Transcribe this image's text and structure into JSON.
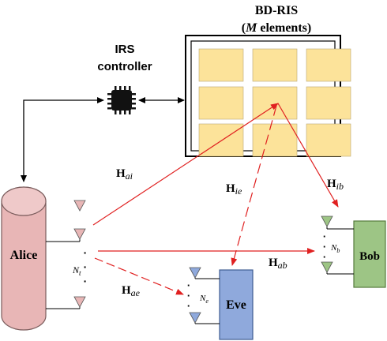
{
  "ris": {
    "title": "BD-RIS",
    "subtitle_symbol": "M",
    "subtitle_text": " elements)",
    "subtitle_open": "(",
    "panel_color": "#fce39a",
    "frame_color": "#ffffff"
  },
  "controller": {
    "line1": "IRS",
    "line2": "controller",
    "icon": "chip-icon"
  },
  "nodes": {
    "alice": {
      "label": "Alice",
      "color": "#e8b6b6",
      "antenna_count_label": "N",
      "antenna_count_sub": "t"
    },
    "bob": {
      "label": "Bob",
      "color": "#9dc585",
      "antenna_count_label": "N",
      "antenna_count_sub": "b"
    },
    "eve": {
      "label": "Eve",
      "color": "#8fa9dc",
      "antenna_count_label": "N",
      "antenna_count_sub": "e"
    }
  },
  "channels": {
    "ai": {
      "main": "H",
      "sub": "ai"
    },
    "ie": {
      "main": "H",
      "sub": "ie"
    },
    "ib": {
      "main": "H",
      "sub": "ib"
    },
    "ab": {
      "main": "H",
      "sub": "ab"
    },
    "ae": {
      "main": "H",
      "sub": "ae"
    }
  },
  "colors": {
    "link": "#e02020",
    "alice_antenna": "#e8b6b6",
    "bob_antenna": "#9dc585",
    "eve_antenna": "#8fa9dc"
  },
  "dots": "·"
}
